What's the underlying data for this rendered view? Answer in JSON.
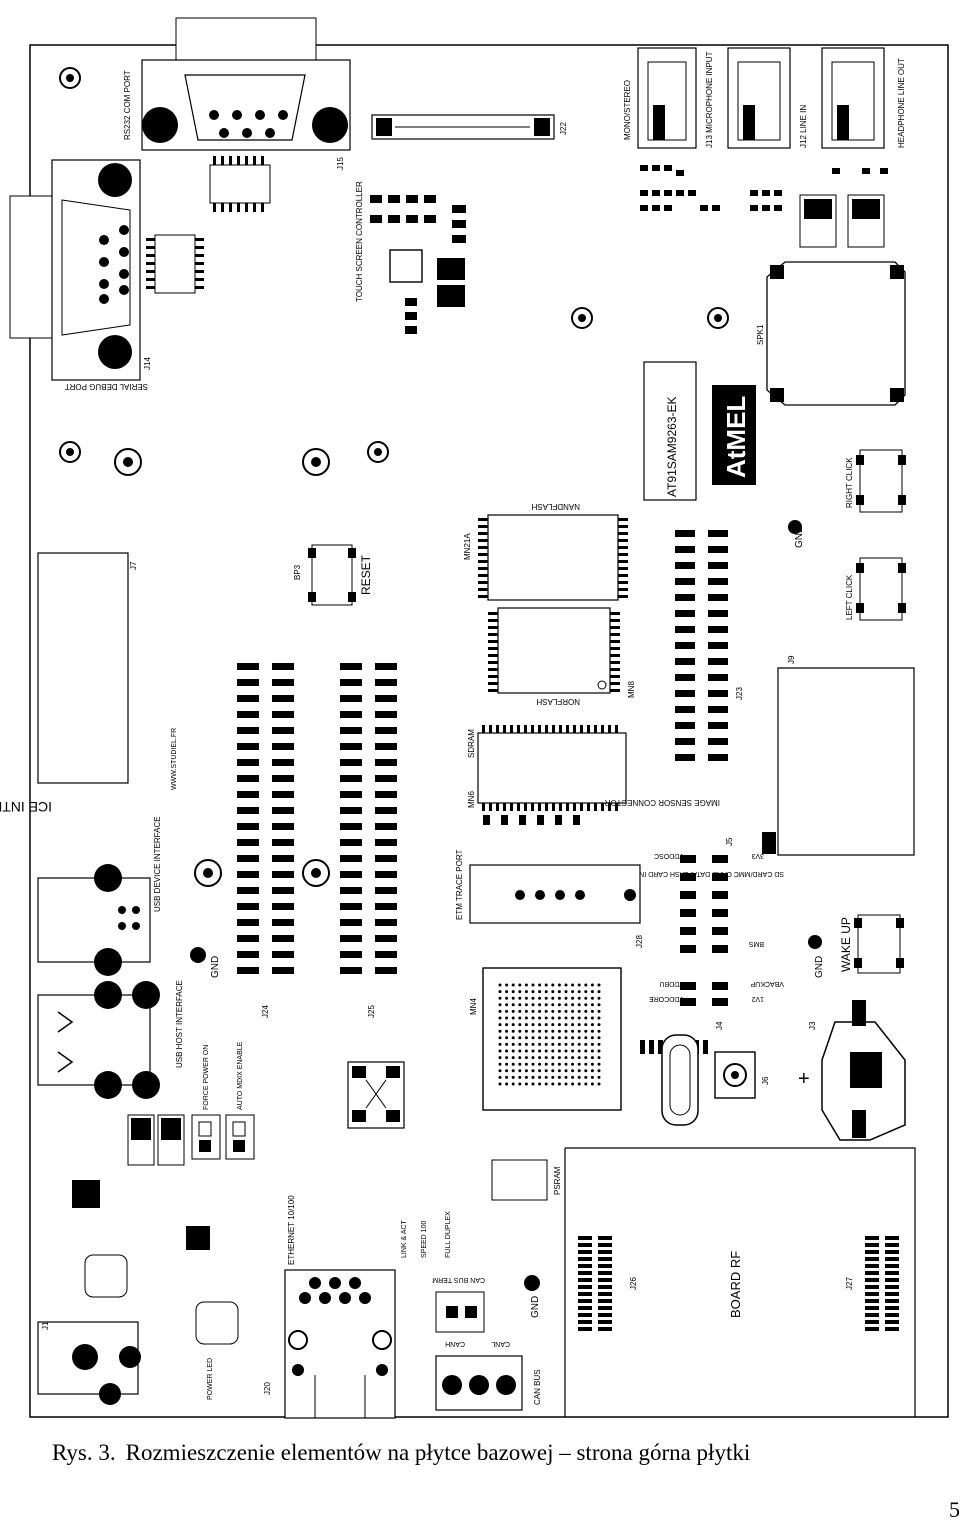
{
  "figure": {
    "caption_prefix": "Rys. 3.",
    "caption_text": "Rozmieszczenie elementów na płytce bazowej – strona górna płytki",
    "page_number": "5"
  },
  "board": {
    "labels": {
      "rs232": "RS232 COM PORT",
      "serial_debug": "SERIAL DEBUG PORT",
      "mono_stereo": "MONO/STEREO",
      "mic_input": "J13 MICROPHONE INPUT",
      "line_in": "J12 LINE IN",
      "line_out": "HEADPHONE LINE OUT",
      "touch_screen": "TOUCH SCREEN CONTROLLER",
      "cpu": "AT91SAM9263-EK",
      "nandflash": "NANDFLASH",
      "norflash": "NORFLASH",
      "sdram": "SDRAM",
      "reset": "RESET",
      "right_click": "RIGHT CLICK",
      "left_click": "LEFT CLICK",
      "ice": "ICE INTERFACE",
      "website": "WWW.STUDIEL.FR",
      "image_sensor": "IMAGE SENSOR CONNECTOR",
      "sd_card": "SD CARD/MMC CARD DATAFLASH CARD INTERFACE",
      "etm": "ETM TRACE PORT",
      "usb_device": "USB DEVICE INTERFACE",
      "usb_host": "USB HOST INTERFACE",
      "wake_up": "WAKE UP",
      "force_power": "FORCE POWER ON",
      "auto_mdix": "AUTO MDIX ENABLE",
      "ethernet": "ETHERNET 10/100",
      "link_act": "LINK & ACT",
      "speed": "SPEED 100",
      "full_duplex": "FULL DUPLEX",
      "psram": "PSRAM",
      "board_rf": "BOARD RF",
      "can_bus": "CAN BUS",
      "can_term": "CAN BUS TERM",
      "canh": "CANH",
      "canl": "CANL",
      "power_led": "POWER LED",
      "gnd": "GND",
      "atmel": "AtMEL",
      "spk": "SPK1",
      "j9": "J9",
      "j23": "J23",
      "j24": "J24",
      "j25": "J25",
      "j22": "J22",
      "j15": "J15",
      "j14": "J14",
      "j7": "J7",
      "j3": "J3",
      "j4": "J4",
      "j5": "J5",
      "j6": "J6",
      "j26": "J26",
      "j27": "J27",
      "j1": "J1",
      "j20": "J20",
      "j28": "J28",
      "mn4": "MN4",
      "mn21a": "MN21A",
      "mn8": "MN8",
      "mn6": "MN6",
      "bp3": "BP3",
      "vddcore": "VDDCORE",
      "vbackup": "VBACKUP",
      "vddbu": "VDDBU",
      "v3v3": "3V3",
      "v1v2": "1V2",
      "vddosc": "VDDOSC",
      "bms": "BMS"
    }
  }
}
